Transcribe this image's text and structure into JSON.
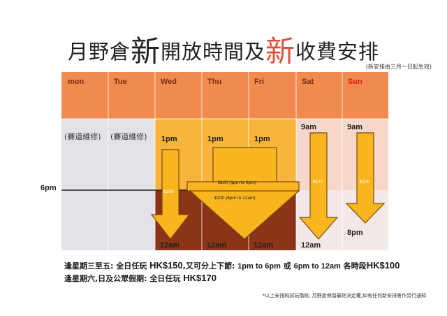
{
  "title": {
    "part1": "月野倉",
    "new1": "新",
    "part2": "開放時間及",
    "new2": "新",
    "part3": "收費安排"
  },
  "subtitle": "(新安排由三月一日起生效)",
  "schedule": {
    "days": [
      "mon",
      "Tue",
      "Wed",
      "Thu",
      "Fri",
      "Sat",
      "Sun"
    ],
    "maintenance_label": "(賽道維修)",
    "start_times": {
      "wed": "1pm",
      "thu": "1pm",
      "fri": "1pm",
      "sat": "9am",
      "sun": "9am"
    },
    "end_times": {
      "wed": "12am",
      "thu": "12am",
      "fri": "12am",
      "sat": "12am",
      "sun": "8pm"
    },
    "six_pm_label": "6pm",
    "prices": {
      "wed_arrow": "$150",
      "day_session": "$100 (1pm to 6pm)",
      "night_session": "$100 (6pm to 12am)",
      "sat_arrow": "$170",
      "sun_arrow": "$170"
    },
    "colors": {
      "header": "#f08a4e",
      "closed": "#e4e2e8",
      "weekday_open": "#f7b43a",
      "weekend_day": "#f7d7c9",
      "night": "#8a3418",
      "arrow": "#f9b51e",
      "arrow_border": "#7a4a12"
    }
  },
  "pricing": {
    "weekday_prefix": "逢星期三至五: 全日任玩 ",
    "weekday_price": "HK$150",
    "weekday_mid": ",又可分上下節: ",
    "session1": "1pm to 6pm",
    "or": " 或 ",
    "session2": "6pm to 12am",
    "each_session": " 各時段",
    "session_price": "HK$100",
    "weekend_prefix": "逢星期六,日及公眾假期: 全日任玩 ",
    "weekend_price": "HK$170"
  },
  "disclaimer": "*以上安排純試玩階段, 月野倉保留最終決定權,如有任何新安排會作另行通知"
}
